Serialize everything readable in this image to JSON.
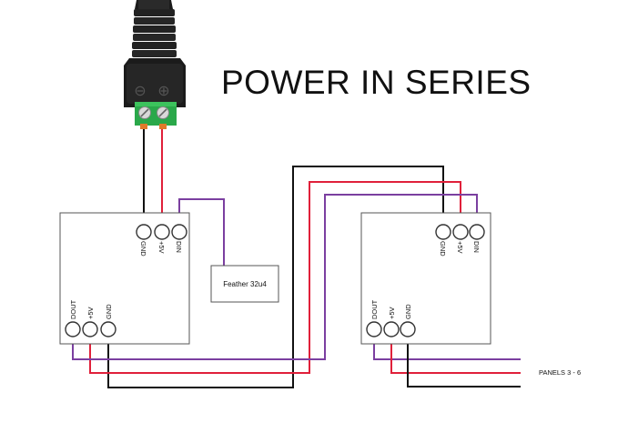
{
  "title": "POWER IN SERIES",
  "connector": {
    "minus_symbol": "⊖",
    "plus_symbol": "⊕",
    "terminal_screw_icon": "screw-terminal-icon"
  },
  "panel_left": {
    "top_pins": [
      "GND",
      "+5V",
      "DIN"
    ],
    "bottom_pins": [
      "DOUT",
      "+5V",
      "GND"
    ]
  },
  "panel_right": {
    "top_pins": [
      "GND",
      "+5V",
      "DIN"
    ],
    "bottom_pins": [
      "DOUT",
      "+5V",
      "GND"
    ]
  },
  "controller": {
    "label": "Feather 32u4"
  },
  "output_label": "PANELS 3 - 6",
  "colors": {
    "gnd": "#111111",
    "power": "#e0203a",
    "data": "#7b3fa0",
    "connector_body": "#1b1b1b",
    "terminal_block": "#2aa84a"
  }
}
